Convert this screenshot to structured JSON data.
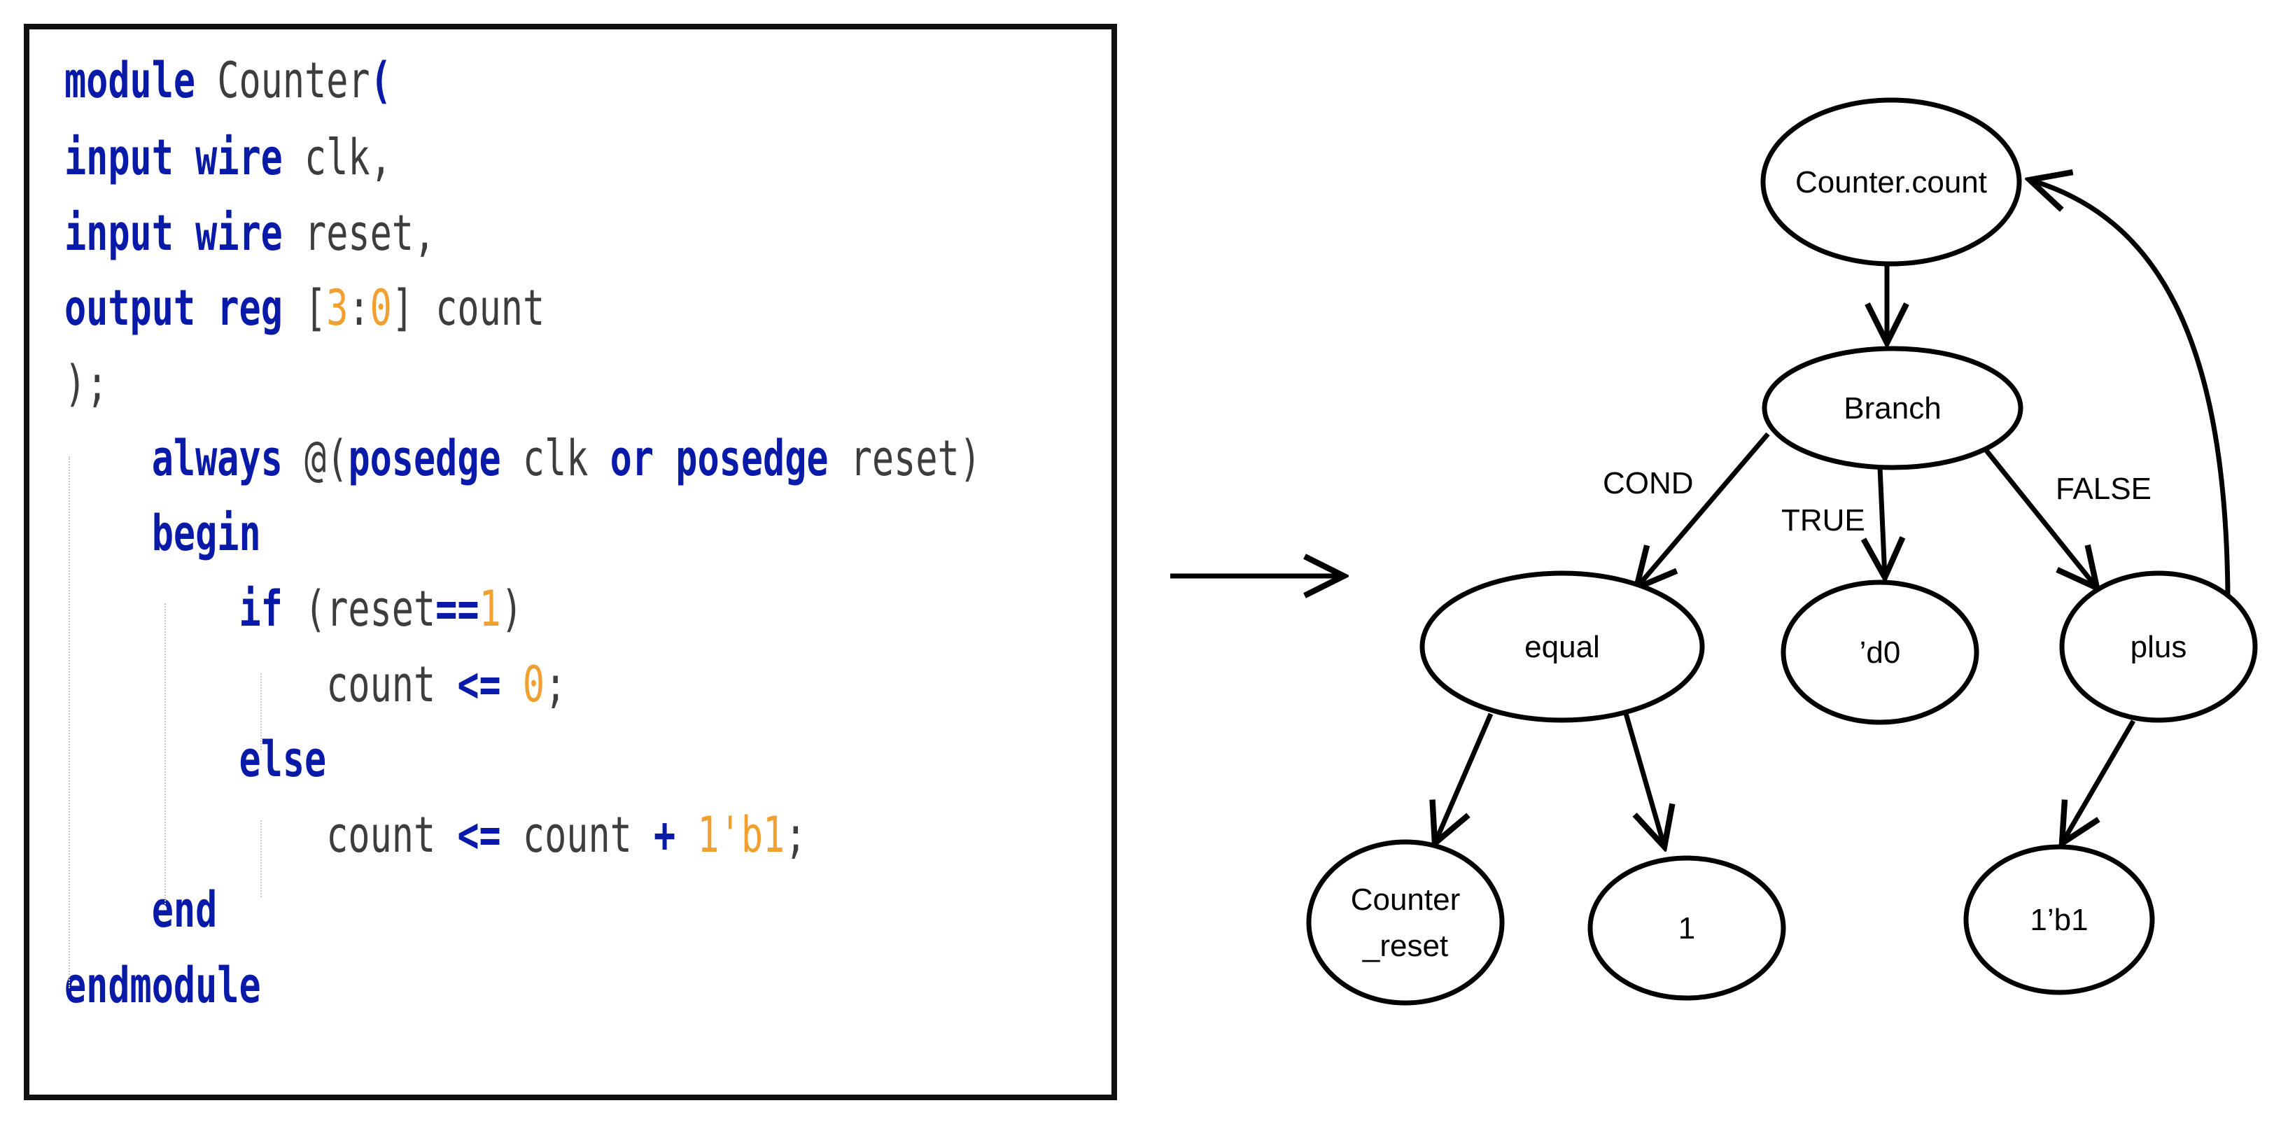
{
  "code": {
    "lines": [
      [
        {
          "t": "module",
          "c": "kw"
        },
        {
          "t": " Counter",
          "c": "plain"
        },
        {
          "t": "(",
          "c": "kw"
        }
      ],
      [
        {
          "t": "input",
          "c": "kw"
        },
        {
          "t": " ",
          "c": "plain"
        },
        {
          "t": "wire",
          "c": "kw"
        },
        {
          "t": " clk,",
          "c": "plain"
        }
      ],
      [
        {
          "t": "input",
          "c": "kw"
        },
        {
          "t": " ",
          "c": "plain"
        },
        {
          "t": "wire",
          "c": "kw"
        },
        {
          "t": " reset,",
          "c": "plain"
        }
      ],
      [
        {
          "t": "output",
          "c": "kw"
        },
        {
          "t": " ",
          "c": "plain"
        },
        {
          "t": "reg",
          "c": "kw"
        },
        {
          "t": " [",
          "c": "plain"
        },
        {
          "t": "3",
          "c": "num"
        },
        {
          "t": ":",
          "c": "plain"
        },
        {
          "t": "0",
          "c": "num"
        },
        {
          "t": "] count",
          "c": "plain"
        }
      ],
      [
        {
          "t": ");",
          "c": "plain"
        }
      ],
      [
        {
          "t": "    ",
          "c": "plain"
        },
        {
          "t": "always",
          "c": "kw"
        },
        {
          "t": " @(",
          "c": "plain"
        },
        {
          "t": "posedge",
          "c": "kw"
        },
        {
          "t": " clk ",
          "c": "plain"
        },
        {
          "t": "or",
          "c": "kw"
        },
        {
          "t": " ",
          "c": "plain"
        },
        {
          "t": "posedge",
          "c": "kw"
        },
        {
          "t": " reset)",
          "c": "plain"
        }
      ],
      [
        {
          "t": "    ",
          "c": "plain"
        },
        {
          "t": "begin",
          "c": "kw"
        }
      ],
      [
        {
          "t": "        ",
          "c": "plain"
        },
        {
          "t": "if",
          "c": "kw"
        },
        {
          "t": " (reset",
          "c": "plain"
        },
        {
          "t": "==",
          "c": "kw"
        },
        {
          "t": "1",
          "c": "num"
        },
        {
          "t": ")",
          "c": "plain"
        }
      ],
      [
        {
          "t": "            count ",
          "c": "plain"
        },
        {
          "t": "<=",
          "c": "kw"
        },
        {
          "t": " ",
          "c": "plain"
        },
        {
          "t": "0",
          "c": "num"
        },
        {
          "t": ";",
          "c": "plain"
        }
      ],
      [
        {
          "t": "        ",
          "c": "plain"
        },
        {
          "t": "else",
          "c": "kw"
        }
      ],
      [
        {
          "t": "            count ",
          "c": "plain"
        },
        {
          "t": "<=",
          "c": "kw"
        },
        {
          "t": " count ",
          "c": "plain"
        },
        {
          "t": "+",
          "c": "kw"
        },
        {
          "t": " ",
          "c": "plain"
        },
        {
          "t": "1'b1",
          "c": "num"
        },
        {
          "t": ";",
          "c": "plain"
        }
      ],
      [
        {
          "t": "    ",
          "c": "plain"
        },
        {
          "t": "end",
          "c": "kw"
        }
      ],
      [
        {
          "t": "endmodule",
          "c": "kw"
        }
      ]
    ]
  },
  "colors": {
    "keyword": "#0a1aa8",
    "number": "#f0a030",
    "text": "#3d3d3d",
    "border": "#111111"
  },
  "graph": {
    "nodes": [
      {
        "id": "counter-count",
        "label": [
          "Counter.count"
        ]
      },
      {
        "id": "branch",
        "label": [
          "Branch"
        ]
      },
      {
        "id": "equal",
        "label": [
          "equal"
        ]
      },
      {
        "id": "d0",
        "label": [
          "’d0"
        ]
      },
      {
        "id": "plus",
        "label": [
          "plus"
        ]
      },
      {
        "id": "counter-reset",
        "label": [
          "Counter",
          "_reset"
        ]
      },
      {
        "id": "one",
        "label": [
          "1"
        ]
      },
      {
        "id": "one-b1",
        "label": [
          "1’b1"
        ]
      }
    ],
    "edges": [
      {
        "from": "counter-count",
        "to": "branch",
        "label": ""
      },
      {
        "from": "branch",
        "to": "equal",
        "label": "COND"
      },
      {
        "from": "branch",
        "to": "d0",
        "label": "TRUE"
      },
      {
        "from": "branch",
        "to": "plus",
        "label": "FALSE"
      },
      {
        "from": "equal",
        "to": "counter-reset",
        "label": ""
      },
      {
        "from": "equal",
        "to": "one",
        "label": ""
      },
      {
        "from": "plus",
        "to": "one-b1",
        "label": ""
      },
      {
        "from": "plus",
        "to": "counter-count",
        "label": ""
      }
    ]
  }
}
